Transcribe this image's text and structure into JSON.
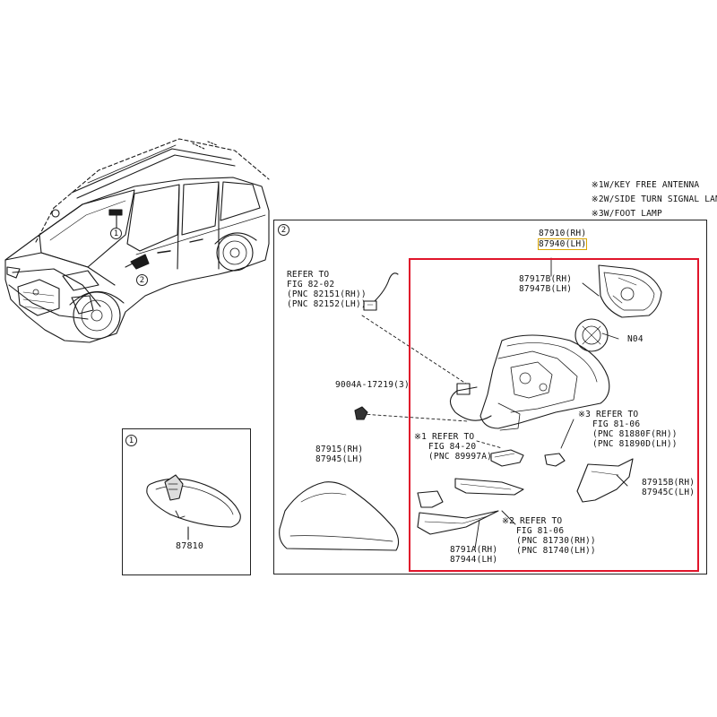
{
  "notes": [
    {
      "mark": "※1",
      "text": "W/KEY FREE ANTENNA"
    },
    {
      "mark": "※2",
      "text": "W/SIDE TURN SIGNAL LAMP"
    },
    {
      "mark": "※3",
      "text": "W/FOOT LAMP"
    }
  ],
  "car_callouts": [
    "1",
    "2"
  ],
  "panel1": {
    "tag": "1",
    "part": "87810"
  },
  "panel2": {
    "tag": "2",
    "assy_rh": "87910(RH)",
    "assy_lh": "87940(LH)",
    "refer_a": [
      "REFER TO",
      "FIG 82-02",
      "(PNC 82151(RH))",
      "(PNC 82152(LH))"
    ],
    "bolt": "9004A-17219(3)",
    "refer_b": [
      "※1 REFER TO",
      "FIG 84-20",
      "(PNC 89997A)"
    ],
    "cover": [
      "87915(RH)",
      "87945(LH)"
    ],
    "glass": [
      "87917B(RH)",
      "87947B(LH)"
    ],
    "n04": "N04",
    "refer_c": [
      "※3 REFER TO",
      "FIG 81-06",
      "(PNC 81880F(RH))",
      "(PNC 81890D(LH))"
    ],
    "base": [
      "87915B(RH)",
      "87945C(LH)"
    ],
    "lamp": [
      "8791A(RH)",
      "87944(LH)"
    ],
    "refer_d": [
      "※2 REFER TO",
      "FIG 81-06",
      "(PNC 81730(RH))",
      "(PNC 81740(LH))"
    ]
  }
}
